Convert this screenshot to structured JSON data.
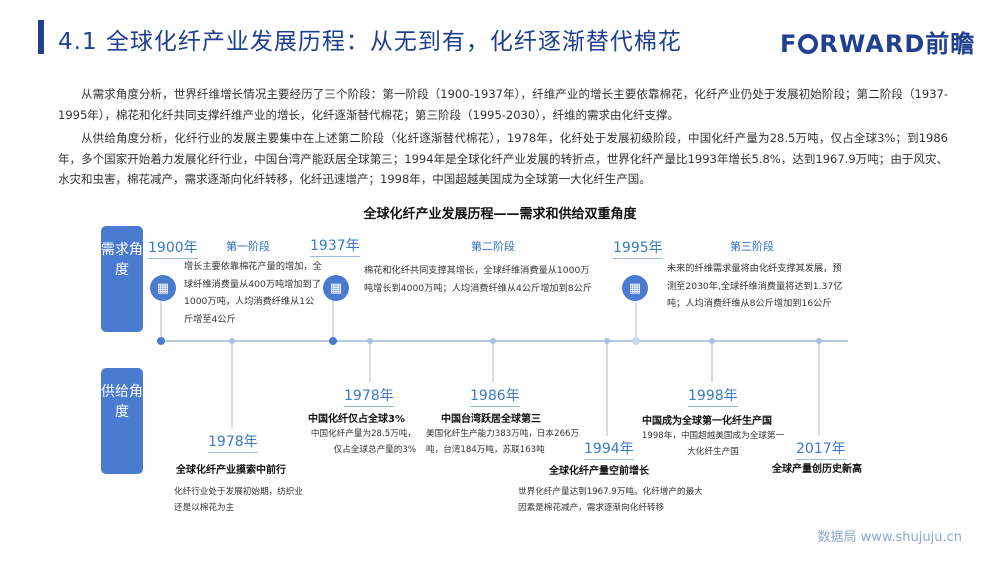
{
  "header": {
    "title": "4.1  全球化纤产业发展历程：从无到有，化纤逐渐替代棉花",
    "logo_prefix": "F",
    "logo_suffix": "RWARD前瞻"
  },
  "paragraphs": [
    "从需求角度分析，世界纤维增长情况主要经历了三个阶段：第一阶段（1900-1937年），纤维产业的增长主要依靠棉花，化纤产业仍处于发展初始阶段；第二阶段（1937-1995年），棉花和化纤共同支撑纤维产业的增长，化纤逐渐替代棉花；第三阶段（1995-2030），纤维的需求由化纤支撑。",
    "从供给角度分析，化纤行业的发展主要集中在上述第二阶段（化纤逐渐替代棉花），1978年，化纤处于发展初级阶段，中国化纤产量为28.5万吨，仅占全球3%；到1986年，多个国家开始着力发展化纤行业，中国台湾产能跃居全球第三；1994年是全球化纤产业发展的转折点，世界化纤产量比1993年增长5.8%，达到1967.9万吨；由于风灾、水灾和虫害，棉花减产，需求逐渐向化纤转移，化纤迅速增产；1998年，中国超越美国成为全球第一大化纤生产国。"
  ],
  "chart_title": "全球化纤产业发展历程——需求和供给双重角度",
  "side_labels": {
    "demand": "需求角度",
    "supply": "供给角度"
  },
  "demand": [
    {
      "year": "1900年",
      "phase": "第一阶段",
      "text": "增长主要依靠棉花产量的增加，全球纤维消费量从400万吨增加到了1000万吨，人均消费纤维从1公斤增至4公斤"
    },
    {
      "year": "1937年",
      "phase": "第二阶段",
      "text": "棉花和化纤共同支撑其增长，全球纤维消费量从1000万吨增长到4000万吨；人均消费纤维从4公斤增加到8公斤"
    },
    {
      "year": "1995年",
      "phase": "第三阶段",
      "text": "未来的纤维需求量将由化纤支撑其发展，预测至2030年,全球纤维消费量将达到1.37亿吨；人均消费纤维从8公斤增加到16公斤"
    }
  ],
  "supply": [
    {
      "year": "1978年",
      "head": "全球化纤产业摸索中前行",
      "text": "化纤行业处于发展初始期，纺织业还是以棉花为主"
    },
    {
      "year": "1978年",
      "head": "中国化纤仅占全球3%",
      "text": "中国化纤产量为28.5万吨，仅占全球总产量的3%"
    },
    {
      "year": "1986年",
      "head": "中国台湾跃居全球第三",
      "text": "美国化纤生产能力383万吨，日本266万吨，台湾184万吨，苏联163吨"
    },
    {
      "year": "1994年",
      "head": "全球化纤产量空前增长",
      "text": "世界化纤产量达到1967.9万吨。化纤增产的最大因素是棉花减产，需求逐渐向化纤转移"
    },
    {
      "year": "1998年",
      "head": "中国成为全球第一化纤生产国",
      "text": "1998年，中国超越美国成为全球第一大化纤生产国"
    },
    {
      "year": "2017年",
      "head": "全球产量创历史新高",
      "text": ""
    }
  ],
  "watermark": "数据局  www.shujuju.cn",
  "colors": {
    "primary": "#1f3f8f",
    "accent": "#4a7bd0",
    "year": "#3a7ac6"
  }
}
